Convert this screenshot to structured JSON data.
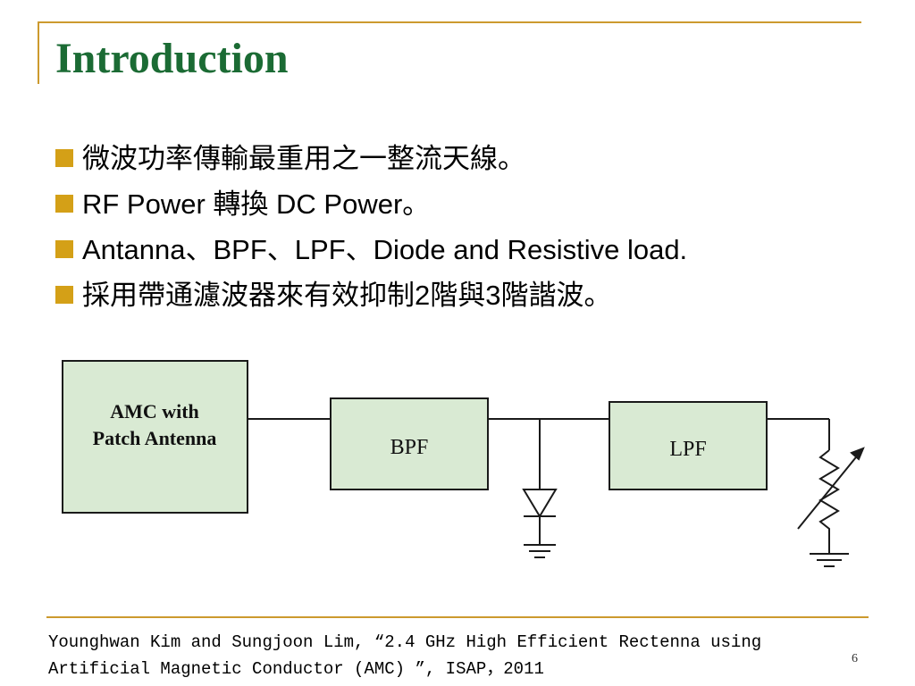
{
  "slide": {
    "title": "Introduction",
    "page_number": "6",
    "bullets": [
      "微波功率傳輸最重用之一整流天線。",
      "RF Power 轉換 DC Power。",
      "Antanna、BPF、LPF、Diode and Resistive load.",
      "採用帶通濾波器來有效抑制2階與3階諧波。"
    ],
    "citation": {
      "line1": "Younghwan Kim and Sungjoon Lim, “2.4 GHz High Efficient Rectenna using",
      "line2": "Artificial Magnetic Conductor (AMC) ”, ISAP，2011"
    }
  },
  "diagram": {
    "antenna_label_line1": "AMC with",
    "antenna_label_line2": "Patch Antenna",
    "bpf_label": "BPF",
    "lpf_label": "LPF",
    "components": [
      "diode",
      "variable resistor"
    ],
    "colors": {
      "block_fill": "#d9ead3",
      "line": "#1a1a1a",
      "accent": "#cc9a2e",
      "title": "#1b6b34",
      "bullet": "#d4a017"
    }
  }
}
